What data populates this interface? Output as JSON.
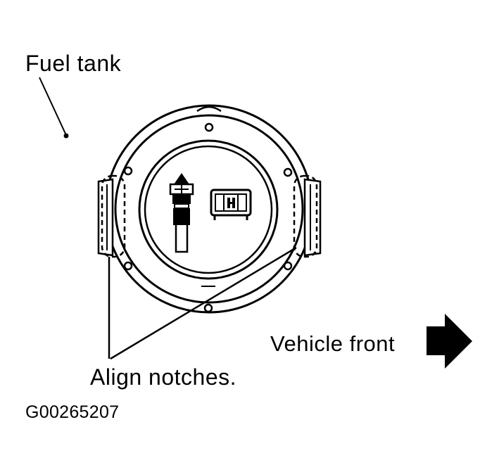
{
  "labels": {
    "fuel_tank": "Fuel tank",
    "vehicle_front": "Vehicle front",
    "align_notches": "Align notches.",
    "figure_code": "G00265207"
  },
  "colors": {
    "ink": "#000000",
    "background": "#ffffff"
  },
  "icons": {
    "direction": "right-arrow-icon"
  }
}
